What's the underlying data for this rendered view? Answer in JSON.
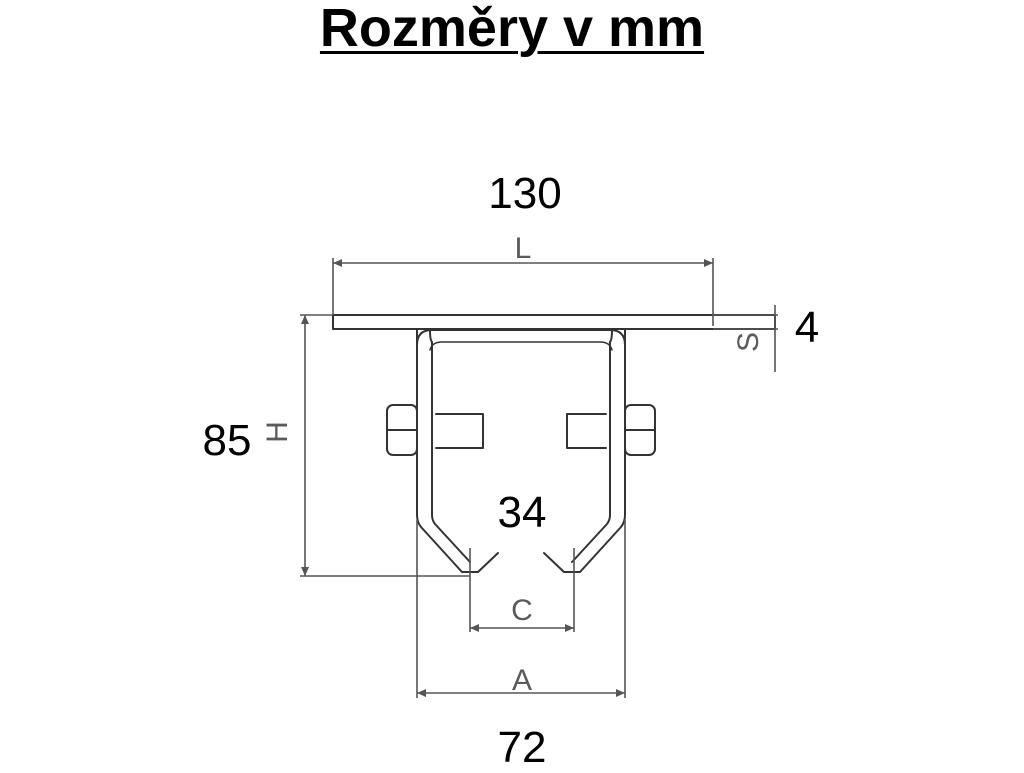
{
  "title": "Rozměry v mm",
  "dimensions": {
    "L": {
      "letter": "L",
      "value": "130"
    },
    "S": {
      "letter": "S",
      "value": "4"
    },
    "H": {
      "letter": "H",
      "value": "85"
    },
    "C": {
      "letter": "C",
      "value": "34"
    },
    "A": {
      "letter": "A",
      "value": "72"
    }
  },
  "colors": {
    "line": "#333333",
    "dimension_line": "#555555",
    "text": "#000000"
  }
}
